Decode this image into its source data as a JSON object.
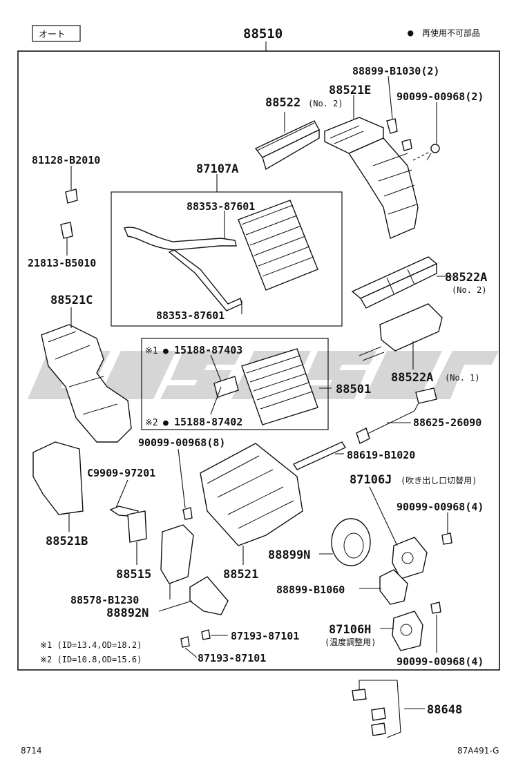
{
  "header": {
    "mode_tag": "オート",
    "assembly_number": "88510",
    "legend_symbol": "●",
    "legend_text": "再使用不可部品"
  },
  "parts": {
    "p88899_b1030": "88899-B1030(2)",
    "p88521e": "88521E",
    "p90099_top": "90099-00968(2)",
    "p88522": "88522",
    "p88522_note": "(No. 2)",
    "p81128": "81128-B2010",
    "p87107a": "87107A",
    "p88353_a": "88353-87601",
    "p88353_b": "88353-87601",
    "p21813": "21813-B5010",
    "p88521c": "88521C",
    "p88522a_no2": "88522A",
    "p88522a_no2_note": "(No. 2)",
    "p15188_87403": "15188-87403",
    "p15188_87402": "15188-87402",
    "p88501": "88501",
    "p88522a_no1": "88522A",
    "p88522a_no1_note": "(No. 1)",
    "p88625": "88625-26090",
    "p90099_8": "90099-00968(8)",
    "p88619": "88619-B1020",
    "pc9909": "C9909-97201",
    "p87106j": "87106J",
    "p87106j_note": "(吹き出し口切替用)",
    "p90099_4a": "90099-00968(4)",
    "p88521b": "88521B",
    "p88899n": "88899N",
    "p88515": "88515",
    "p88521": "88521",
    "p88899_b1060": "88899-B1060",
    "p88578": "88578-B1230",
    "p88892n": "88892N",
    "p87193_a": "87193-87101",
    "p87106h": "87106H",
    "p87106h_note": "(温度調整用)",
    "p87193_b": "87193-87101",
    "p90099_4b": "90099-00968(4)",
    "p88648": "88648"
  },
  "marks": {
    "ref1": "※1",
    "ref2": "※2",
    "dot": "●"
  },
  "notes": {
    "n1": "※1 (ID=13.4,OD=18.2)",
    "n2": "※2 (ID=10.8,OD=15.6)"
  },
  "footer": {
    "page": "8714",
    "drawing_id": "87A491-G"
  }
}
